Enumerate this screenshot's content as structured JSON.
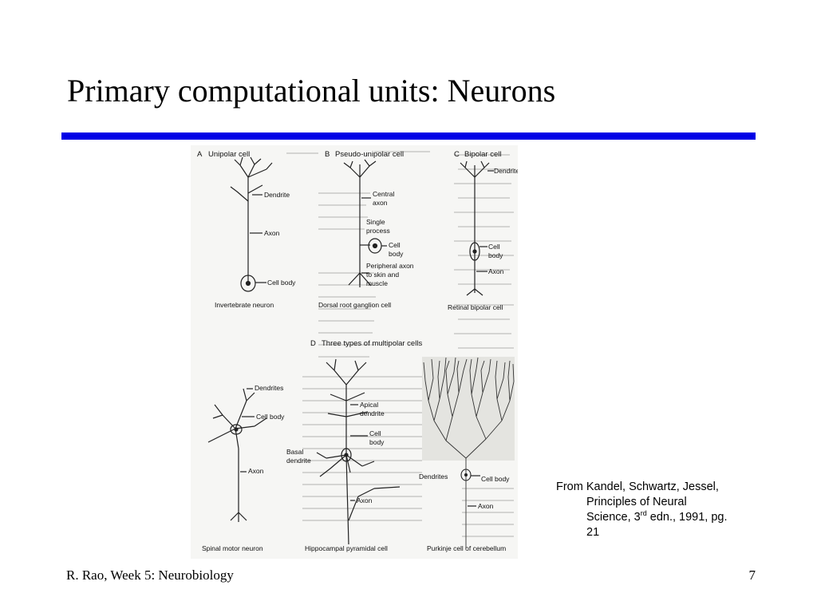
{
  "slide": {
    "title": "Primary computational units: Neurons",
    "footer_left": "R. Rao, Week 5: Neurobiology",
    "page_number": "7"
  },
  "citation": {
    "line1": "From Kandel, Schwartz, Jessel,",
    "line2": "Principles of Neural",
    "line3_pre": "Science, 3",
    "line3_sup": "rd",
    "line3_post": " edn., 1991, pg.",
    "line4": "21"
  },
  "figure": {
    "panel_a": {
      "letter": "A",
      "title": "Unipolar cell",
      "labels": [
        "Dendrite",
        "Axon",
        "Cell body"
      ],
      "caption": "Invertebrate neuron"
    },
    "panel_b": {
      "letter": "B",
      "title": "Pseudo-unipolar cell",
      "labels": [
        "Central",
        "axon",
        "Single",
        "process",
        "Cell",
        "body",
        "Peripheral axon",
        "to skin and",
        "muscle"
      ],
      "caption": "Dorsal root ganglion cell"
    },
    "panel_c": {
      "letter": "C",
      "title": "Bipolar cell",
      "labels": [
        "Dendrites",
        "Cell",
        "body",
        "Axon"
      ],
      "caption": "Retinal bipolar cell"
    },
    "panel_d": {
      "letter": "D",
      "title": "Three types of multipolar cells",
      "labels": [
        "Dendrites",
        "Cell body",
        "Axon",
        "Apical",
        "dendrite",
        "Cell",
        "body",
        "Basal",
        "dendrite",
        "Axon",
        "Dendrites",
        "Cell body",
        "Axon"
      ],
      "captions": [
        "Spinal motor neuron",
        "Hippocampal pyramidal cell",
        "Purkinje cell of cerebellum"
      ]
    }
  }
}
